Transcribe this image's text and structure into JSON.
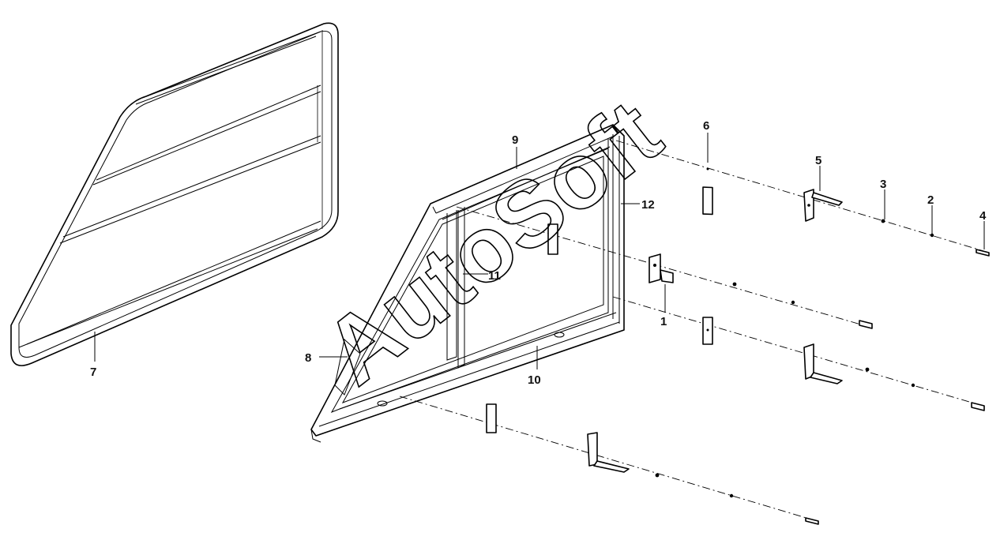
{
  "diagram": {
    "watermark": "AutoSoft",
    "callouts": {
      "c1": "1",
      "c2": "2",
      "c3": "3",
      "c4": "4",
      "c5": "5",
      "c6": "6",
      "c7": "7",
      "c8": "8",
      "c9": "9",
      "c10": "10",
      "c11": "11",
      "c12": "12"
    }
  }
}
